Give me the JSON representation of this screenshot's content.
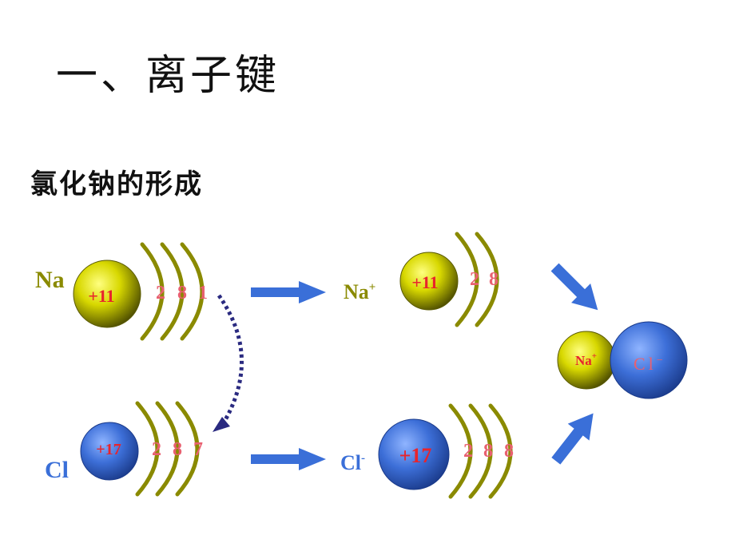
{
  "title": "一、离子键",
  "subtitle": "氯化钠的形成",
  "colors": {
    "sodium_ball": "#c8c800",
    "chlorine_ball": "#3a6fd8",
    "shell_arc": "#8a8a00",
    "label_olive": "#8a8a00",
    "label_blue": "#3a6fd8",
    "nucleus_text": "#e8242c",
    "electron_text": "#e86070",
    "arrow": "#3a6fd8",
    "transfer_arrow": "#2a2a80"
  },
  "atoms": {
    "na_atom": {
      "symbol": "Na",
      "charge": "+11",
      "electrons": [
        "2",
        "8",
        "1"
      ]
    },
    "cl_atom": {
      "symbol": "Cl",
      "charge": "+17",
      "electrons": [
        "2",
        "8",
        "7"
      ]
    },
    "na_ion": {
      "symbol": "Na",
      "sup": "+",
      "charge": "+11",
      "electrons": [
        "2",
        "8"
      ]
    },
    "cl_ion": {
      "symbol": "Cl",
      "sup": "-",
      "charge": "+17",
      "electrons": [
        "2",
        "8",
        "8"
      ]
    }
  },
  "product": {
    "na_label": "Na",
    "na_sup": "+",
    "cl_label": "Cl",
    "cl_sup": "−"
  }
}
